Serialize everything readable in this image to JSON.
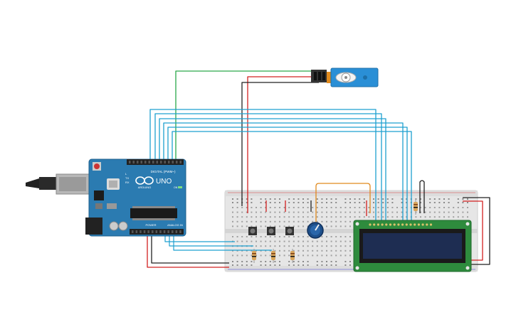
{
  "arduino": {
    "logo_text": "UNO",
    "brand_text": "ARDUINO",
    "digital_label": "DIGITAL (PWM~)",
    "power_label": "POWER",
    "analog_label": "ANALOG IN",
    "tx_label": "TX",
    "rx_label": "RX",
    "on_label": "ON",
    "l_label": "L",
    "board_color": "#2b7bb1",
    "icon": "arduino-logo-icon"
  },
  "lcd": {
    "board_color": "#2e8b3d",
    "screen_color": "#1e2d52",
    "pin_count": 16
  },
  "servo": {
    "body_color": "#2a8fd6",
    "icon": "servo-horn-icon"
  },
  "breadboard": {
    "color": "#e8e8e8",
    "buttons": 3,
    "resistors": 4
  },
  "wires": {
    "signal_color": "#1ea0d0",
    "power_color": "#d22020",
    "ground_color": "#222222",
    "servo_signal_color": "#2aa84a",
    "pot_color": "#e08a1e"
  }
}
